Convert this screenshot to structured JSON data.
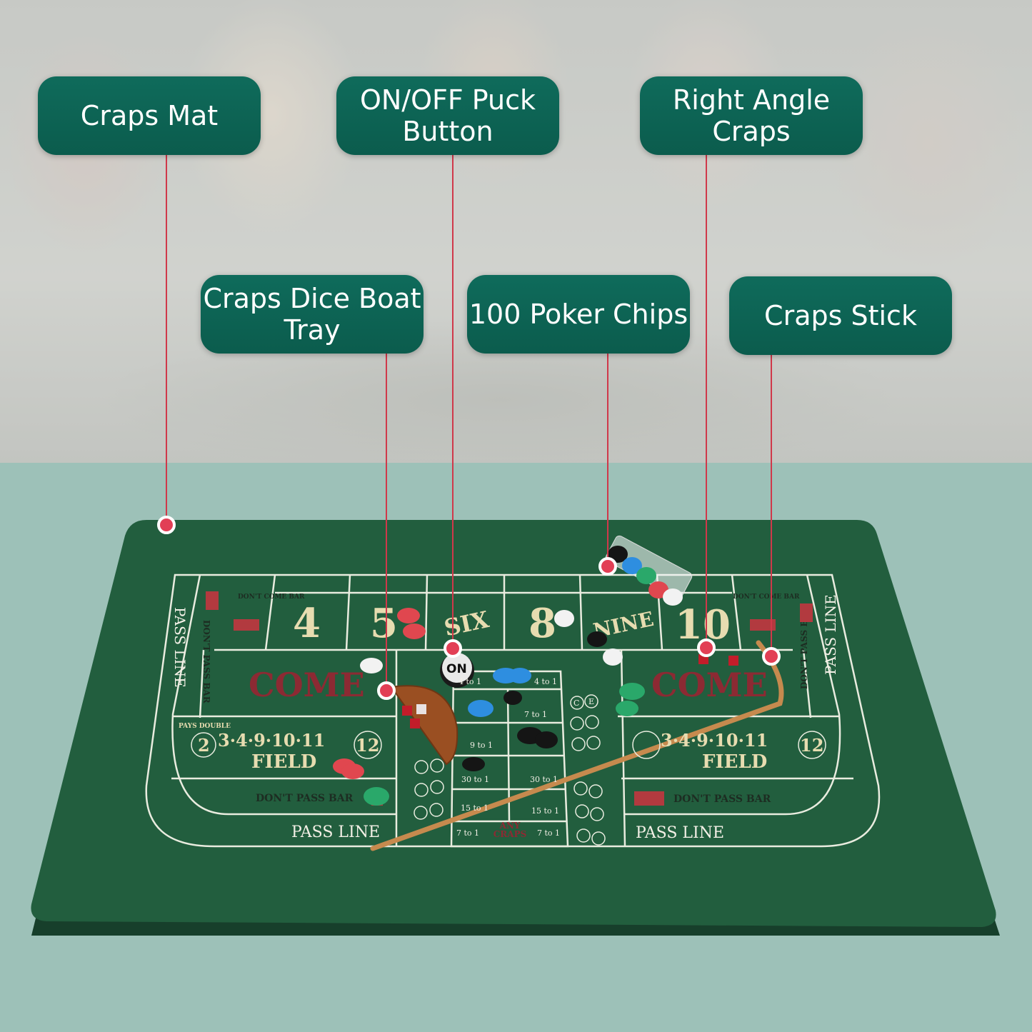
{
  "callouts": [
    {
      "label": "Craps Mat"
    },
    {
      "label": "ON/OFF Puck Button"
    },
    {
      "label": "Right Angle Craps"
    },
    {
      "label": "Craps Dice Boat Tray"
    },
    {
      "label": "100 Poker Chips"
    },
    {
      "label": "Craps Stick"
    }
  ],
  "mat": {
    "pass_line": "PASS LINE",
    "dont_pass_bar": "DON'T PASS BAR",
    "dont_come_bar": "DON'T COME BAR",
    "come": "COME",
    "field": "FIELD",
    "field_numbers": "3·4·9·10·11",
    "field_2": "2",
    "field_12": "12",
    "pays_double": "PAYS DOUBLE",
    "points": [
      "4",
      "5",
      "SIX",
      "8",
      "NINE",
      "10"
    ],
    "puck": "ON",
    "odds": [
      "4 to 1",
      "4 to 1",
      "7 to 1",
      "9 to 1",
      "30 to 1",
      "30 to 1",
      "15 to 1",
      "15 to 1",
      "7 to 1",
      "7 to 1"
    ],
    "any_craps": "ANY CRAPS",
    "c": "C",
    "e": "E"
  },
  "colors": {
    "callout": "#0f6b5b",
    "leader": "#d0384a",
    "felt": "#225e3e",
    "backdrop": "#9dc1b8"
  }
}
